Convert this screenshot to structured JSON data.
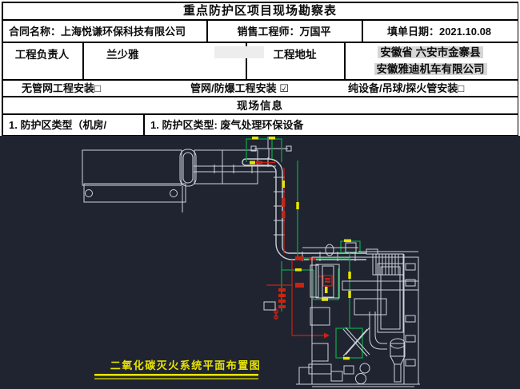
{
  "title": "重点防护区项目现场勘察表",
  "form": {
    "contract": {
      "label": "合同名称：",
      "value": "上海悦谦环保科技有限公司"
    },
    "sales_engineer": {
      "label": "销售工程师：",
      "value": "万国平"
    },
    "fill_date": {
      "label": "填单日期：",
      "value": "2021.10.08"
    },
    "project_manager": {
      "label": "工程负责人",
      "value": "兰少雅"
    },
    "project_address": {
      "label": "工程地址",
      "line1": "安徽省 六安市金寨县",
      "line2": "安徽雅迪机车有限公司"
    },
    "install_options": [
      "无管网工程安装□",
      "管网/防爆工程安装 ☑",
      "纯设备/吊球/探火管安装□"
    ],
    "site_info_header": "现场信息",
    "zone_type_left": "1. 防护区类型（机房/",
    "zone_type_right": "1. 防护区类型: 废气处理环保设备"
  },
  "cad": {
    "caption": "二氧化碳灭火系统平面布置图",
    "colors": {
      "background": "#1f2430",
      "line": "#ccd2da",
      "pipe_green": "#0aa348",
      "marker_red": "#cc2213",
      "accent_yellow": "#e8e400"
    }
  }
}
